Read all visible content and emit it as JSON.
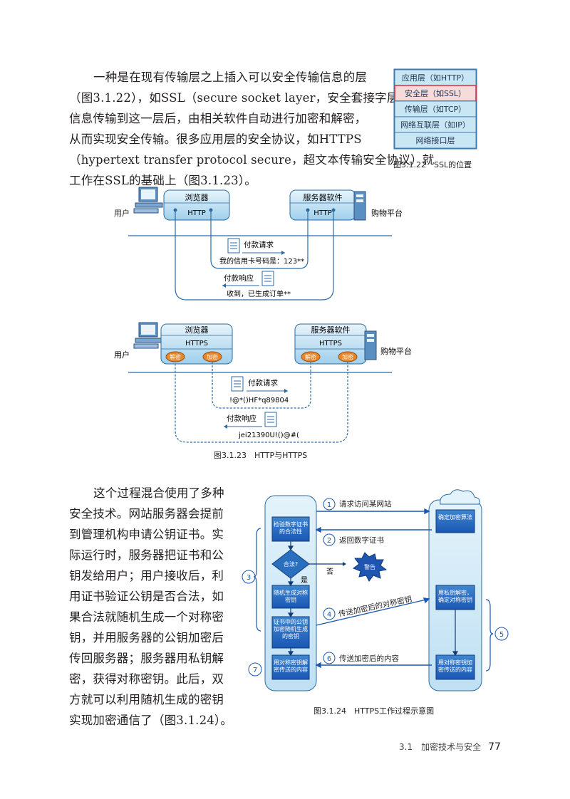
{
  "intro_paragraph": [
    "一种是在现有传输层之上插入可以安全传输信息的层",
    "（图3.1.22），如SSL（secure socket layer，安全套接字层）。",
    "信息传输到这一层后，由相关软件自动进行加密和解密，",
    "从而实现安全传输。很多应用层的安全协议，如HTTPS",
    "（hypertext transfer protocol secure，超文本传输安全协议）就",
    "工作在SSL的基础上（图3.1.23）。"
  ],
  "ssl_layers": {
    "layers": [
      "应用层（如HTTP）",
      "安全层（如SSL）",
      "传输层（如TCP）",
      "网络互联层（如IP）",
      "网络接口层"
    ],
    "caption": "图3.1.22　SSL的位置",
    "highlight_color": "#e0393e",
    "fill_color": "#c9e6f5"
  },
  "http_diagram": {
    "user_label": "用户",
    "browser_label": "浏览器",
    "server_label": "服务器软件",
    "protocol": "HTTP",
    "platform_label": "购物平台",
    "request_title": "付款请求",
    "request_content": "我的信用卡号码是：123**",
    "response_title": "付款响应",
    "response_content": "收到，已生成订单**"
  },
  "https_diagram": {
    "user_label": "用户",
    "browser_label": "浏览器",
    "server_label": "服务器软件",
    "protocol": "HTTPS",
    "decrypt_label": "解密",
    "encrypt_label": "加密",
    "platform_label": "购物平台",
    "request_title": "付款请求",
    "request_content": "!@*()HF*q89804",
    "response_title": "付款响应",
    "response_content": "jei21390U!()@#("
  },
  "fig_23_caption": "图3.1.23　HTTP与HTTPS",
  "process_paragraph": [
    "这个过程混合使用了多种",
    "安全技术。网站服务器会提前",
    "到管理机构申请公钥证书。实",
    "际运行时，服务器把证书和公",
    "钥发给用户；用户接收后，利",
    "用证书验证公钥是否合法，如",
    "果合法就随机生成一个对称密",
    "钥，并用服务器的公钥加密后",
    "传回服务器；服务器用私钥解",
    "密，获得对称密钥。此后，双",
    "方就可以利用随机生成的密钥",
    "实现加密通信了（图3.1.24）。"
  ],
  "https_flow": {
    "steps": {
      "s1": "请求访问某网站",
      "s2": "返回数字证书",
      "s4": "传送加密后的对称密钥",
      "s6": "传送加密后的内容"
    },
    "numbers": [
      "1",
      "2",
      "3",
      "4",
      "5",
      "6",
      "7"
    ],
    "client_boxes": {
      "verify": "检验数字证书的合法性",
      "decision": "合法?",
      "generate": "随机生成对称密钥",
      "encrypt_key": "证书中的公钥加密随机生成的密钥",
      "decrypt_content": "用对称密钥解密传送的内容"
    },
    "yes_label": "是",
    "no_label": "否",
    "alert_label": "警告",
    "server_boxes": {
      "algorithm": "确定加密算法",
      "private_decrypt": "用私钥解密，确定对称密钥",
      "encrypt_content": "用对称密钥加密传送的内容"
    },
    "caption": "图3.1.24　HTTPS工作过程示意图",
    "accent_color": "#1a57b3",
    "column_fill": "#cfe8f7"
  },
  "footer": {
    "section": "3.1　加密技术与安全",
    "page_number": "77"
  }
}
